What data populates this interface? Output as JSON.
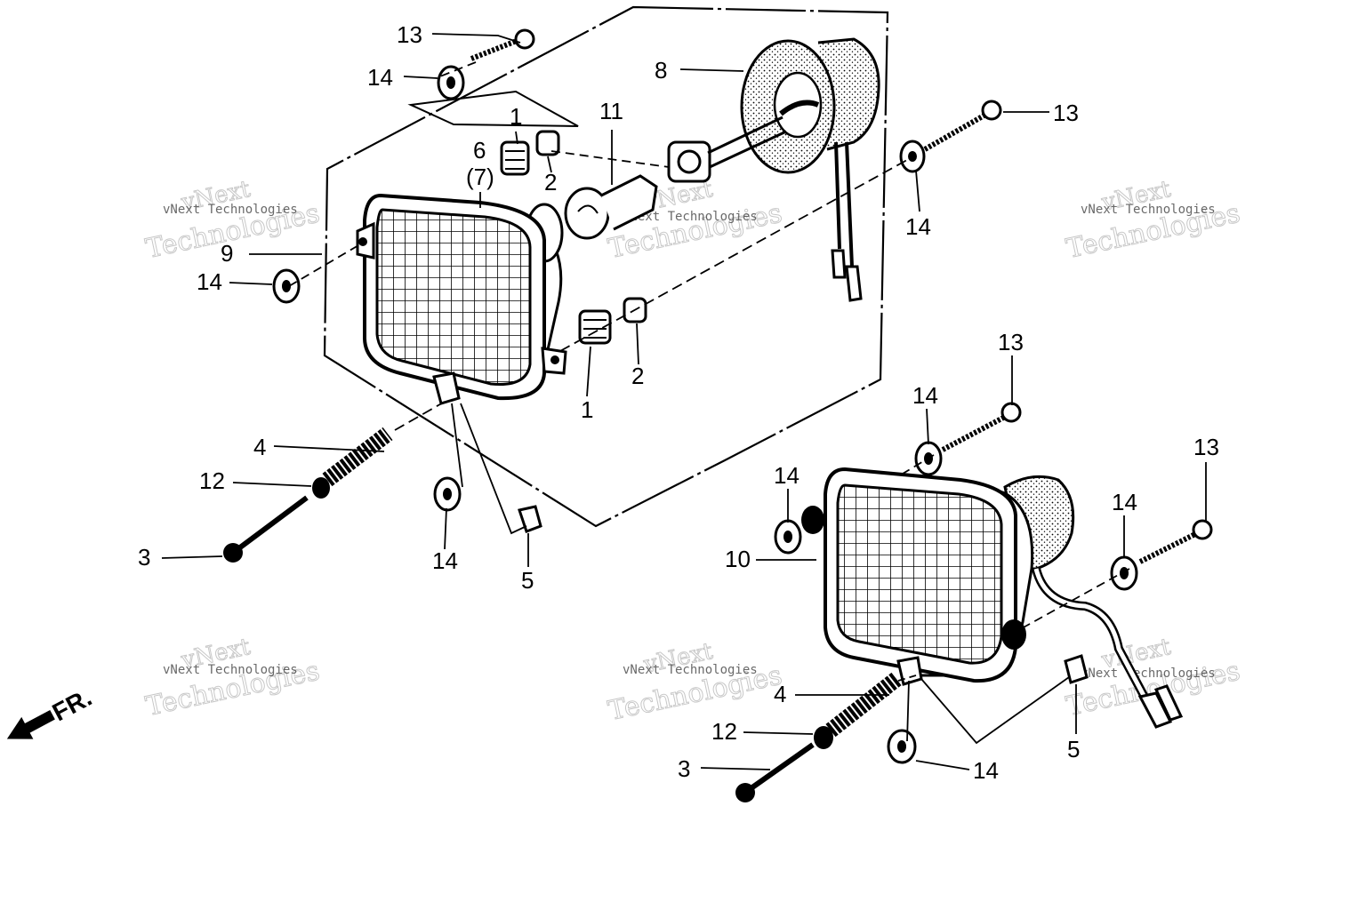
{
  "callouts": {
    "c1_top": "1",
    "c1_bottom": "1",
    "c2_top": "2",
    "c2_bottom": "2",
    "c3_left": "3",
    "c3_right": "3",
    "c4_left": "4",
    "c4_right": "4",
    "c5_left": "5",
    "c5_right": "5",
    "c6": "6",
    "c7": "(7)",
    "c8": "8",
    "c9": "9",
    "c10": "10",
    "c11": "11",
    "c12_left": "12",
    "c12_right": "12",
    "c13_a": "13",
    "c13_b": "13",
    "c13_c": "13",
    "c13_d": "13",
    "c14_a": "14",
    "c14_b": "14",
    "c14_c": "14",
    "c14_d": "14",
    "c14_e": "14",
    "c14_f": "14",
    "c14_g": "14",
    "c14_h": "14"
  },
  "direction": {
    "label": "FR."
  },
  "watermark": {
    "brand_outline_1": "vNext",
    "brand_outline_2": "Technologies",
    "brand_small": "vNext Technologies"
  },
  "colors": {
    "ink": "#000000",
    "watermark": "#9a9a9a",
    "background": "#ffffff"
  }
}
